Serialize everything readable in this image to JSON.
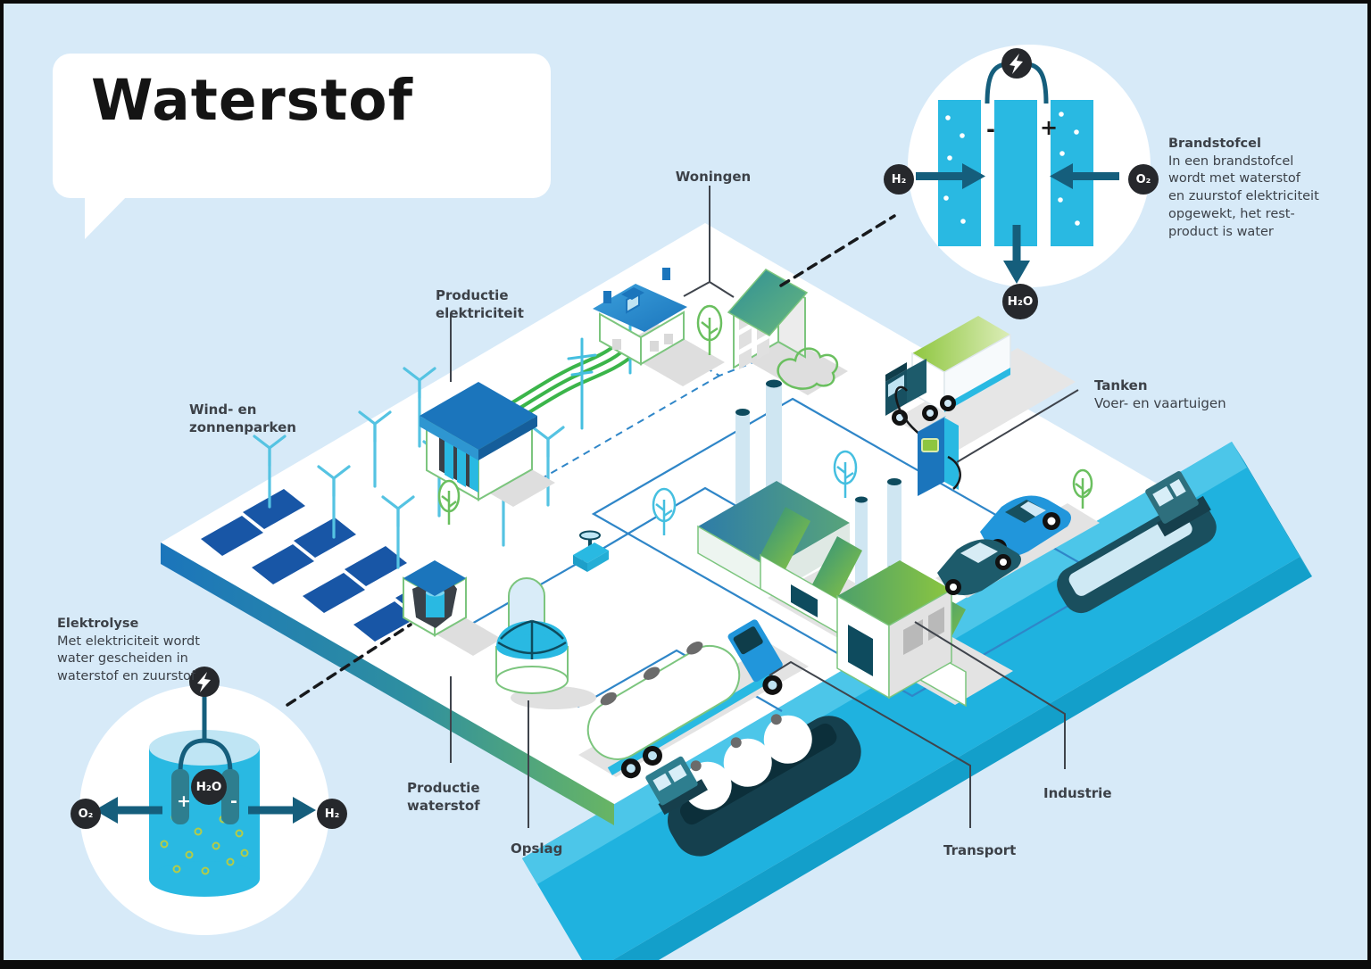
{
  "title": "Waterstof",
  "callouts": {
    "woningen": "Woningen",
    "productie_elektriciteit": [
      "Productie",
      "elektriciteit"
    ],
    "wind_zonnenparken": [
      "Wind- en",
      "zonnenparken"
    ],
    "tanken_title": "Tanken",
    "tanken_sub": "Voer- en vaartuigen",
    "productie_waterstof": [
      "Productie",
      "waterstof"
    ],
    "opslag": "Opslag",
    "industrie": "Industrie",
    "transport": "Transport"
  },
  "fuel_cell": {
    "title": "Brandstofcel",
    "description": [
      "In een brandstofcel",
      "wordt met waterstof",
      "en zuurstof elektriciteit",
      "opgewekt, het rest-",
      "product is water"
    ],
    "input_left": "H₂",
    "input_right": "O₂",
    "output": "H₂O",
    "terminal_minus": "-",
    "terminal_plus": "+"
  },
  "electrolysis": {
    "title": "Elektrolyse",
    "description": [
      "Met elektriciteit wordt",
      "water gescheiden in",
      "waterstof en zuurstof"
    ],
    "output_left": "O₂",
    "output_right": "H₂",
    "input": "H₂O",
    "terminal_plus": "+",
    "terminal_minus": "-"
  },
  "colors": {
    "sky": "#d7eaf8",
    "water": "#1fb2df",
    "water_highlight": "#4cc6e9",
    "cyan": "#29b9e2",
    "dark_teal_arrow": "#155e7c",
    "badge_dark": "#26282c",
    "blue_roof": "#1b75bc",
    "green_outline": "#7cc57e",
    "green_wire": "#3bb54a",
    "solar_blue": "#1856a6",
    "pipe_blue": "#2f86c8",
    "label_gray": "#3c4148"
  }
}
